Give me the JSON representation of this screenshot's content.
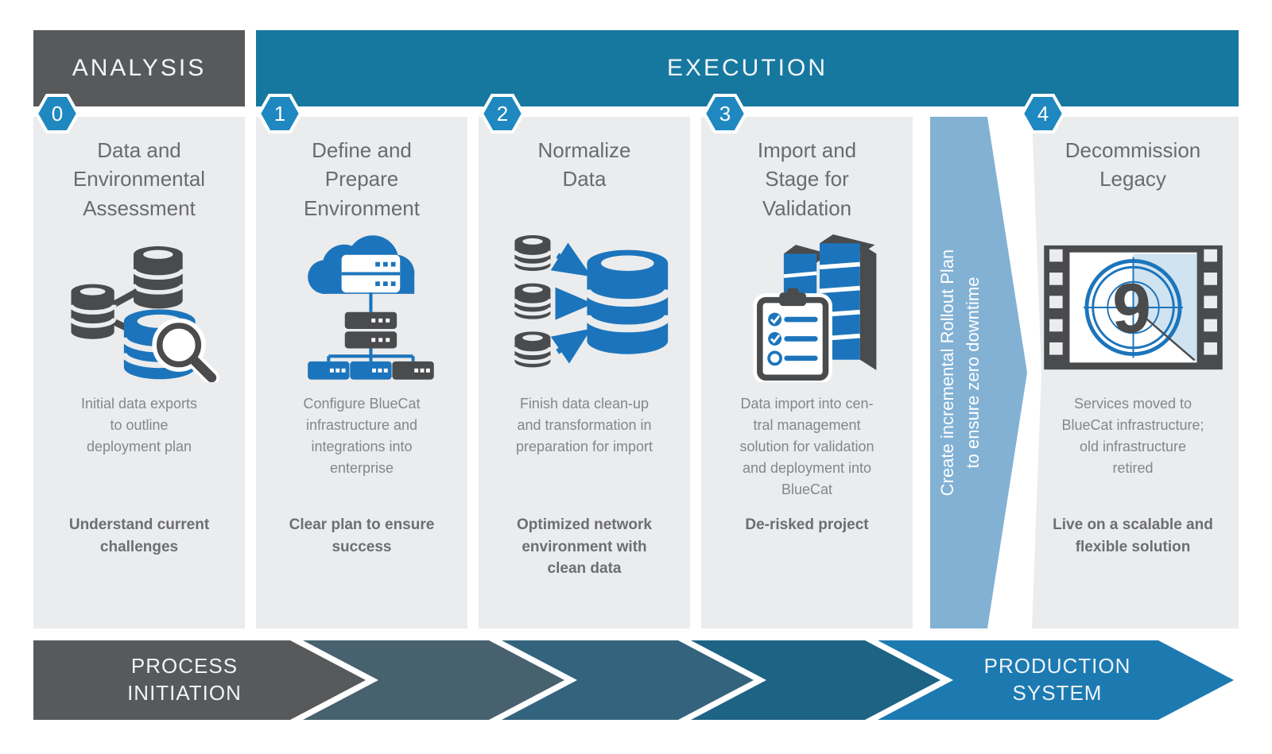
{
  "header": {
    "analysis_label": "ANALYSIS",
    "execution_label": "EXECUTION"
  },
  "steps": [
    {
      "number": "0",
      "title": "Data and\nEnvironmental\nAssessment",
      "icon": "databases-magnifier-icon",
      "body": "Initial data exports\nto outline\ndeployment plan",
      "outcome": "Understand current\nchallenges"
    },
    {
      "number": "1",
      "title": "Define and\nPrepare\nEnvironment",
      "icon": "cloud-server-network-icon",
      "body": "Configure BlueCat\ninfrastructure and\nintegrations into\nenterprise",
      "outcome": "Clear plan to ensure\nsuccess"
    },
    {
      "number": "2",
      "title": "Normalize\nData",
      "icon": "data-merge-icon",
      "body": "Finish data clean-up\nand transformation in\npreparation for import",
      "outcome": "Optimized network\nenvironment with\nclean data"
    },
    {
      "number": "3",
      "title": "Import and\nStage for\nValidation",
      "icon": "checklist-servers-icon",
      "body": "Data import into cen-\ntral management\nsolution for validation\nand deployment into\nBlueCat",
      "outcome": "De-risked project"
    },
    {
      "number": "4",
      "title": "Decommission\nLegacy",
      "icon": "film-countdown-icon",
      "body": "Services moved to\nBlueCat infrastructure;\nold infrastructure\nretired",
      "outcome": "Live on a scalable and\nflexible solution"
    }
  ],
  "rollout_arrow": {
    "label": "Create incremental Rollout Plan\nto ensure zero downtime"
  },
  "film_icon": {
    "countdown_number": "9"
  },
  "bottom_bar": {
    "start_label": "PROCESS\nINITIATION",
    "end_label": "PRODUCTION\nSYSTEM"
  },
  "colors": {
    "brand_blue": "#1c75bc",
    "header_blue": "#16789f",
    "hexagon_blue": "#1f88c0",
    "panel_gray": "#ebeced",
    "dark_gray": "#58595b",
    "icon_dark_gray": "#4a4b4d",
    "rollout_arrow_blue": "#82b1d4",
    "film_highlight_blue": "#cfe3f1",
    "chevrons": [
      "#58595b",
      "#47626e",
      "#34647d",
      "#1d6384",
      "#1d7ab1"
    ]
  }
}
